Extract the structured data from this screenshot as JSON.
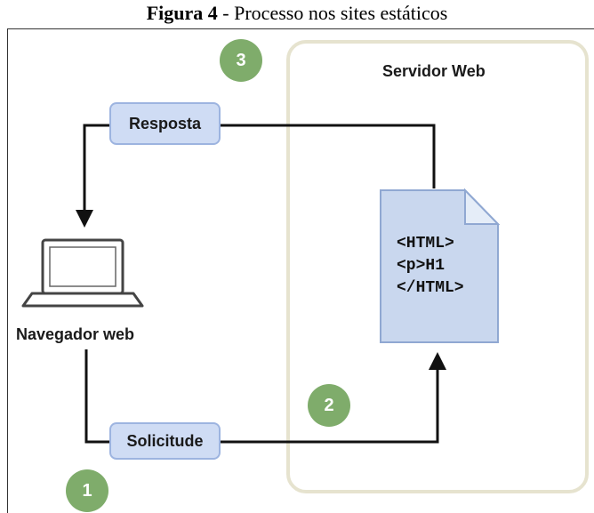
{
  "caption": {
    "figure_label": "Figura 4",
    "text": " - Processo nos sites estáticos"
  },
  "server": {
    "title": "Servidor Web"
  },
  "labels": {
    "resposta": "Resposta",
    "solicitude": "Solicitude"
  },
  "client": {
    "label": "Navegador web"
  },
  "document": {
    "lines": [
      "<HTML>",
      "<p>H1",
      "</HTML>"
    ]
  },
  "steps": [
    "1",
    "2",
    "3"
  ],
  "colors": {
    "label_fill": "#cfdcf4",
    "label_border": "#9db4e0",
    "step_fill": "#7fac6b",
    "server_border": "#e6e3cf",
    "document_fill": "#c9d7ee"
  }
}
